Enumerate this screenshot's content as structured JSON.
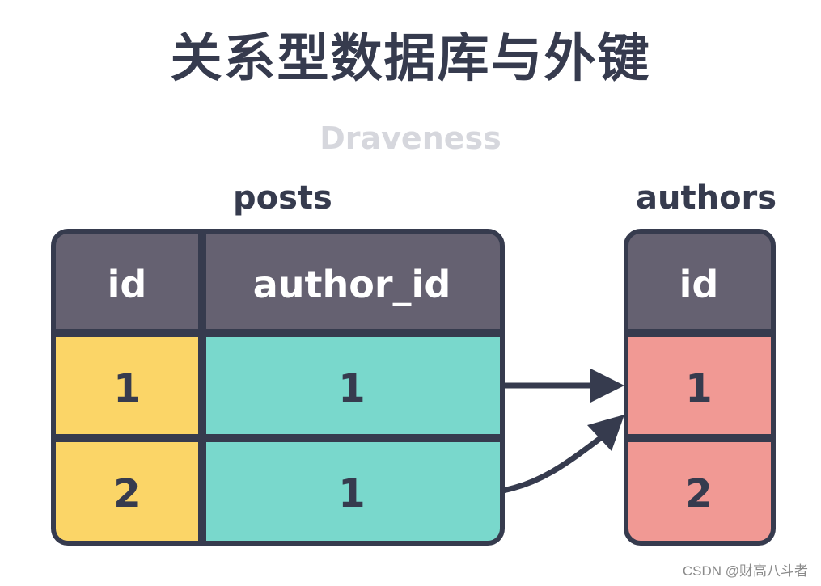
{
  "title": "关系型数据库与外键",
  "subtitle": "Draveness",
  "colors": {
    "outline": "#363b4e",
    "header_fill": "#656171",
    "header_text": "#ffffff",
    "posts_id_fill": "#fbd567",
    "posts_author_fill": "#79d8cc",
    "authors_id_fill": "#f19994",
    "cell_text": "#363b4e"
  },
  "posts": {
    "label": "posts",
    "columns": [
      "id",
      "author_id"
    ],
    "rows": [
      [
        "1",
        "1"
      ],
      [
        "2",
        "1"
      ]
    ]
  },
  "authors": {
    "label": "authors",
    "columns": [
      "id"
    ],
    "rows": [
      [
        "1"
      ],
      [
        "2"
      ]
    ]
  },
  "relations": [
    {
      "from_table": "posts",
      "from_row": 0,
      "from_column": "author_id",
      "to_table": "authors",
      "to_row": 0
    },
    {
      "from_table": "posts",
      "from_row": 1,
      "from_column": "author_id",
      "to_table": "authors",
      "to_row": 0
    }
  ],
  "watermark": "CSDN @财高八斗者"
}
